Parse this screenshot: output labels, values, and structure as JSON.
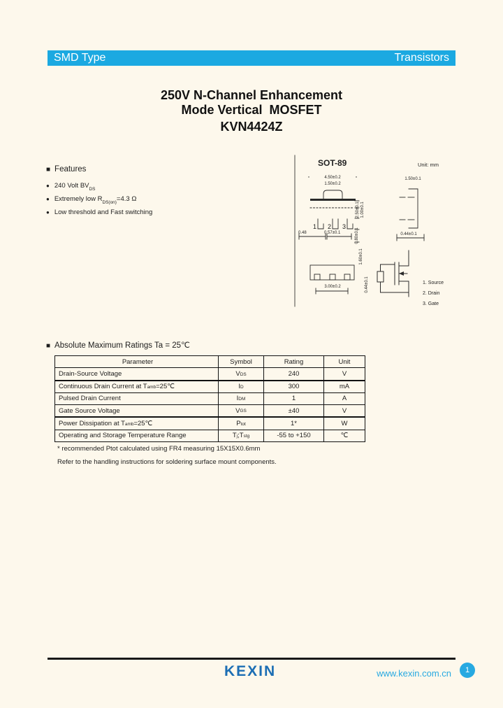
{
  "colors": {
    "background": "#fdf8ec",
    "accent_blue": "#1ba9e1",
    "logo_blue": "#1c6eb4",
    "ink": "#1d1d1d"
  },
  "icons": {
    "section_marker": "■",
    "bullet": "●"
  },
  "header": {
    "left_label": "SMD Type",
    "right_label": "Transistors"
  },
  "title": {
    "line1": "250V N-Channel Enhancement",
    "line2": "Mode Vertical  MOSFET",
    "part_number": "KVN4424Z"
  },
  "features": {
    "heading": "Features",
    "items": [
      [
        {
          "t": "240 Volt BV"
        },
        {
          "s": "DS"
        }
      ],
      [
        {
          "t": "Extremely low R"
        },
        {
          "s": "DS(on)"
        },
        {
          "t": "=4.3 Ω"
        }
      ],
      [
        {
          "t": "Low threshold and Fast switching"
        }
      ]
    ]
  },
  "package_drawing": {
    "name": "SOT-89",
    "unit_note": "Unit: mm",
    "pins": [
      "1",
      "2",
      "3"
    ],
    "pin_legend": [
      "1. Source",
      "2. Drain",
      "3. Gate"
    ],
    "dims": {
      "body_width": "4.50±0.2",
      "tab_width": "1.50±0.2",
      "body_height": "2.50±0.1",
      "mid_height": "1.00±0.1",
      "lead_offset": "0.48",
      "lead_pitch": "0.57±0.1",
      "lead_length": "0.80±0.1",
      "side_pitch": "1.50±0.1",
      "side_lead_width": "0.44±0.1",
      "bottom_width": "3.00±0.2",
      "tab_length": "1.60±0.1",
      "lead_thickness": "0.44±0.1"
    }
  },
  "ratings": {
    "heading": "Absolute Maximum Ratings Ta = 25℃",
    "columns": [
      "Parameter",
      "Symbol",
      "Rating",
      "Unit"
    ],
    "rows": [
      {
        "parameter": [
          {
            "t": "Drain-Source Voltage"
          }
        ],
        "symbol": [
          {
            "t": "V"
          },
          {
            "s": "DS"
          }
        ],
        "rating": "240",
        "unit": "V"
      },
      {
        "parameter": [
          {
            "t": "Continuous Drain Current at T"
          },
          {
            "s": "amb"
          },
          {
            "t": "=25℃"
          }
        ],
        "symbol": [
          {
            "t": "I"
          },
          {
            "s": "D"
          }
        ],
        "rating": "300",
        "unit": "mA"
      },
      {
        "parameter": [
          {
            "t": "Pulsed Drain Current"
          }
        ],
        "symbol": [
          {
            "t": "I"
          },
          {
            "s": "DM"
          }
        ],
        "rating": "1",
        "unit": "A"
      },
      {
        "parameter": [
          {
            "t": "Gate Source Voltage"
          }
        ],
        "symbol": [
          {
            "t": "V"
          },
          {
            "s": "GS"
          }
        ],
        "rating": "±40",
        "unit": "V"
      },
      {
        "parameter": [
          {
            "t": "Power Dissipation at T"
          },
          {
            "s": "amb"
          },
          {
            "t": "=25℃"
          }
        ],
        "symbol": [
          {
            "t": "P"
          },
          {
            "s": "tot"
          }
        ],
        "rating": "1*",
        "unit": "W"
      },
      {
        "parameter": [
          {
            "t": "Operating and Storage Temperature Range"
          }
        ],
        "symbol": [
          {
            "t": "T"
          },
          {
            "s": "j"
          },
          {
            "t": ";T"
          },
          {
            "s": "stg"
          }
        ],
        "rating": "-55 to +150",
        "unit": "℃"
      }
    ],
    "notes": [
      "* recommended Ptot calculated using FR4 measuring 15X15X0.6mm",
      "Refer to the handling instructions for soldering surface mount components."
    ]
  },
  "footer": {
    "logo_text": "KEXIN",
    "website": "www.kexin.com.cn",
    "page_number": "1"
  }
}
